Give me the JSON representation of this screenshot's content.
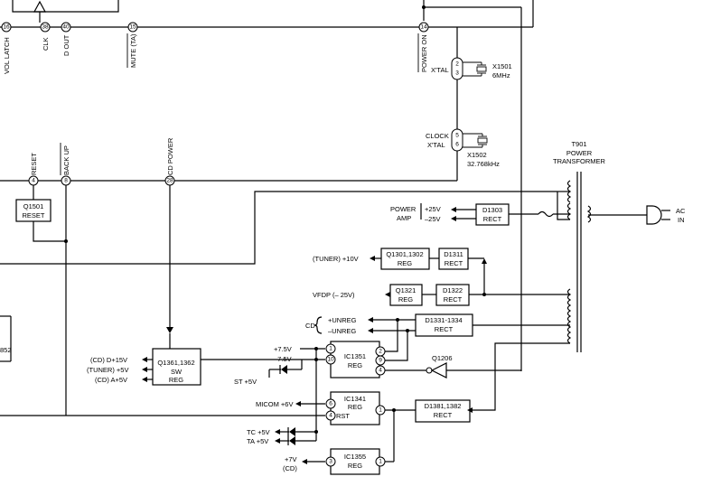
{
  "top_pins": [
    {
      "num": "16",
      "label": "VOL LATCH"
    },
    {
      "num": "38",
      "label": "CLK"
    },
    {
      "num": "40",
      "label": "D OUT"
    },
    {
      "num": "15",
      "label": "MUTE (TA)"
    },
    {
      "num": "14",
      "label": "POWER ON"
    }
  ],
  "mid_pins": [
    {
      "num": "4",
      "label": "RESET"
    },
    {
      "num": "8",
      "label": "BACK UP"
    },
    {
      "num": "28",
      "label": "CD POWER"
    }
  ],
  "crystals": {
    "xtal_label": "X'TAL",
    "xtal_pin_a": "2",
    "xtal_pin_b": "3",
    "x1501_name": "X1501",
    "x1501_freq": "6MHz",
    "clock_label_1": "CLOCK",
    "clock_label_2": "X'TAL",
    "clock_pin_a": "5",
    "clock_pin_b": "6",
    "x1502_name": "X1502",
    "x1502_freq": "32.768kHz"
  },
  "transformer": {
    "name": "T901",
    "line1": "POWER",
    "line2": "TRANSFORMER"
  },
  "ac_in": {
    "line1": "AC",
    "line2": "IN"
  },
  "power_amp": {
    "line1": "POWER",
    "line2": "AMP",
    "pos": "+25V",
    "neg": "–25V"
  },
  "boxes": [
    {
      "id": "q1501",
      "line1": "Q1501",
      "line2": "RESET"
    },
    {
      "id": "d1303",
      "line1": "D1303",
      "line2": "RECT"
    },
    {
      "id": "q1301",
      "line1": "Q1301,1302",
      "line2": "REG"
    },
    {
      "id": "d1311",
      "line1": "D1311",
      "line2": "RECT"
    },
    {
      "id": "q1321",
      "line1": "Q1321",
      "line2": "REG"
    },
    {
      "id": "d1322",
      "line1": "D1322",
      "line2": "RECT"
    },
    {
      "id": "d1331",
      "line1": "D1331-1334",
      "line2": "RECT"
    },
    {
      "id": "q1361",
      "line1": "Q1361,1362",
      "line2": "SW",
      "line3": "REG"
    },
    {
      "id": "ic1351",
      "line1": "IC1351",
      "line2": "REG"
    },
    {
      "id": "ic1341",
      "line1": "IC1341",
      "line2": "REG"
    },
    {
      "id": "d1381",
      "line1": "D1381,1382",
      "line2": "RECT"
    },
    {
      "id": "ic1355",
      "line1": "IC1355",
      "line2": "REG"
    }
  ],
  "rails": {
    "tuner_10v": "(TUNER) +10V",
    "vfdp": "VFDP (– 25V)",
    "cd": "CD",
    "unreg_pos": "+UNREG",
    "unreg_neg": "–UNREG",
    "p7_5": "+7.5V",
    "n7_5": "–7.5V",
    "cd_d15": "(CD) D+15V",
    "tuner_5": "(TUNER) +5V",
    "cd_a5": "(CD) A+5V",
    "st_5": "ST +5V",
    "micom_6": "MICOM +6V",
    "tc_5": "TC +5V",
    "ta_5": "TA +5V",
    "p7v": "+7V",
    "p7v_cd": "(CD)"
  },
  "ic1351_pins": [
    "1",
    "10",
    "2",
    "9",
    "4"
  ],
  "ic1341_pins": [
    "6",
    "4",
    "1"
  ],
  "ic1341_rst": "RST",
  "ic1355_pins": [
    "3",
    "1"
  ],
  "q1206": "Q1206",
  "left_fragment": "852"
}
